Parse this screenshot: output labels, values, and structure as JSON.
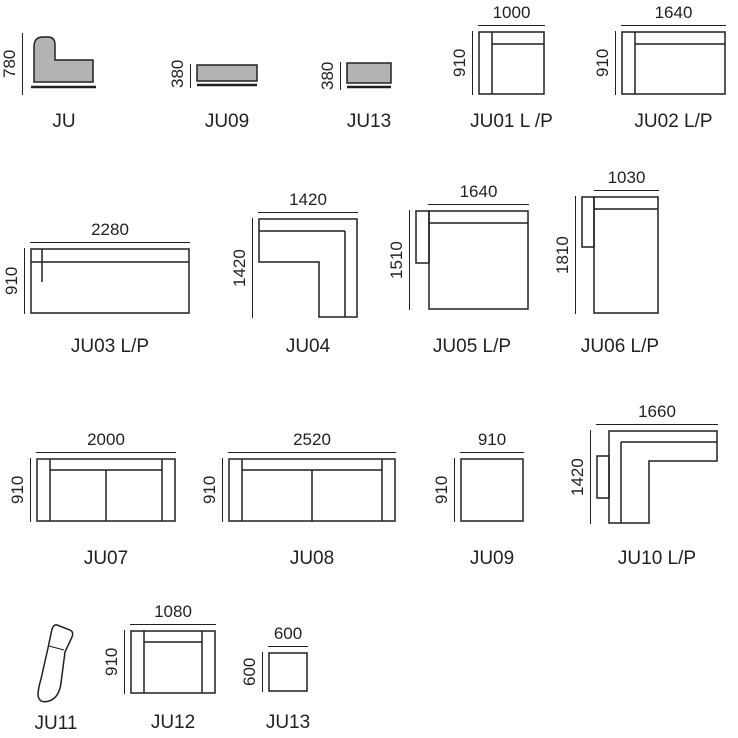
{
  "page": {
    "background": "#ffffff",
    "line_color": "#231f20",
    "fill_color": "#b3b3b3"
  },
  "modules": [
    {
      "name": "JU",
      "side_dim": "780"
    },
    {
      "name": "JU09",
      "side_dim": "380"
    },
    {
      "name": "JU13",
      "side_dim": "380"
    },
    {
      "name": "JU01 L /P",
      "top_dim": "1000",
      "side_dim": "910"
    },
    {
      "name": "JU02 L/P",
      "top_dim": "1640",
      "side_dim": "910"
    },
    {
      "name": "JU03 L/P",
      "top_dim": "2280",
      "side_dim": "910"
    },
    {
      "name": "JU04",
      "top_dim": "1420",
      "side_dim": "1420"
    },
    {
      "name": "JU05 L/P",
      "top_dim": "1640",
      "side_dim": "1510"
    },
    {
      "name": "JU06 L/P",
      "top_dim": "1030",
      "side_dim": "1810"
    },
    {
      "name": "JU07",
      "top_dim": "2000",
      "side_dim": "910"
    },
    {
      "name": "JU08",
      "top_dim": "2520",
      "side_dim": "910"
    },
    {
      "name": "JU09",
      "top_dim": "910",
      "side_dim": "910"
    },
    {
      "name": "JU10 L/P",
      "top_dim": "1660",
      "side_dim": "1420"
    },
    {
      "name": "JU11"
    },
    {
      "name": "JU12",
      "top_dim": "1080",
      "side_dim": "910"
    },
    {
      "name": "JU13",
      "top_dim": "600",
      "side_dim": "600"
    }
  ]
}
